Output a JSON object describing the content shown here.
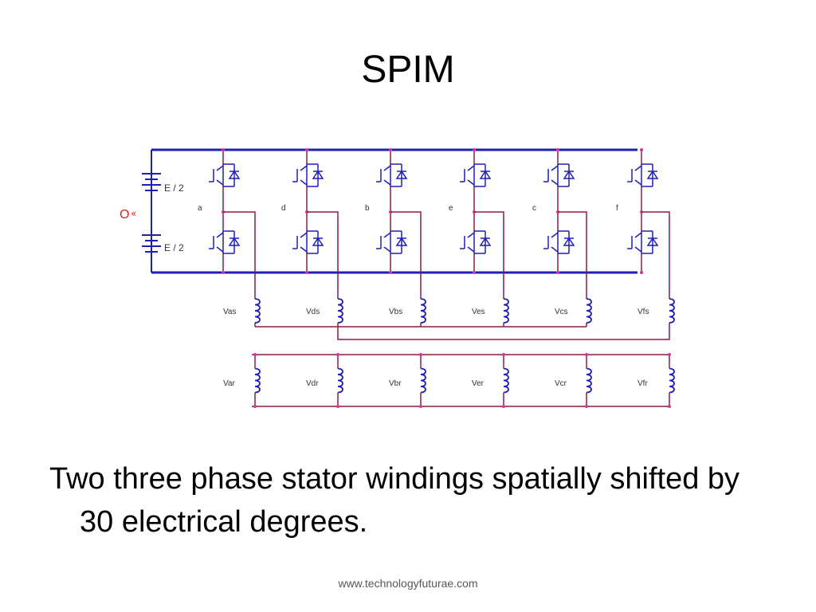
{
  "slide": {
    "title": "SPIM",
    "body": "Two three phase stator windings spatially shifted by 30 electrical degrees.",
    "footer": "www.technologyfuturae.com"
  },
  "diagram": {
    "source": {
      "top_label": "E / 2",
      "bottom_label": "E / 2",
      "midpoint_label": "O"
    },
    "legs": [
      "a",
      "d",
      "b",
      "e",
      "c",
      "f"
    ],
    "stator_windings": [
      "Vas",
      "Vds",
      "Vbs",
      "Ves",
      "Vcs",
      "Vfs"
    ],
    "rotor_windings": [
      "Var",
      "Vdr",
      "Vbr",
      "Ver",
      "Vcr",
      "Vfr"
    ],
    "colors": {
      "dc_bus": "#1f1fb8",
      "wire": "#8a1f3a",
      "winding": "#1f1fb8",
      "node": "#d62fa0",
      "midpoint": "#e02020"
    }
  }
}
